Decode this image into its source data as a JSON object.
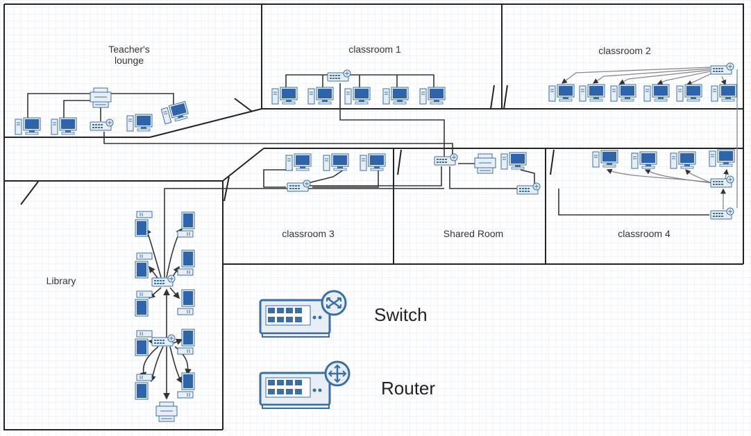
{
  "rooms": {
    "teachers_lounge": [
      "Teacher's",
      "lounge"
    ],
    "classroom_1": "classroom 1",
    "classroom_2": "classroom 2",
    "classroom_3": "classroom 3",
    "shared_room": "Shared Room",
    "classroom_4": "classroom 4",
    "library": "Library"
  },
  "legend": {
    "switch_label": "Switch",
    "router_label": "Router"
  },
  "colors": {
    "device_blue": "#3A6EA5",
    "device_fill": "#E8EEF6",
    "screen_blue": "#2F65A8",
    "wall": "#222222",
    "grid": "#DDE4EE"
  },
  "icons": [
    "computer-icon",
    "switch-icon",
    "router-icon",
    "printer-icon"
  ]
}
